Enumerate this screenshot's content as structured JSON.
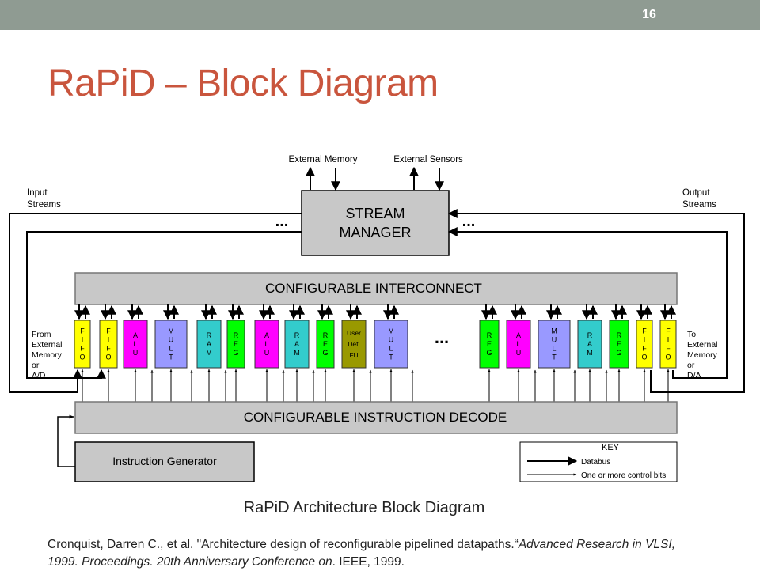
{
  "slide": {
    "number": "16",
    "title": "RaPiD – Block Diagram"
  },
  "diagram": {
    "external_memory": "External Memory",
    "external_sensors": "External Sensors",
    "input_streams": [
      "Input",
      "Streams"
    ],
    "output_streams": [
      "Output",
      "Streams"
    ],
    "stream_manager": [
      "STREAM",
      "MANAGER"
    ],
    "interconnect": "CONFIGURABLE INTERCONNECT",
    "decode": "CONFIGURABLE INSTRUCTION DECODE",
    "instruction_generator": "Instruction Generator",
    "left_note": [
      "From",
      "External",
      "Memory",
      "or",
      "A/D"
    ],
    "right_note": [
      "To",
      "External",
      "Memory",
      "or",
      "D/A"
    ],
    "ellipsis": "...",
    "units_left": [
      {
        "lines": [
          "F",
          "I",
          "F",
          "O"
        ],
        "color": "#ffff00"
      },
      {
        "lines": [
          "F",
          "I",
          "F",
          "O"
        ],
        "color": "#ffff00"
      },
      {
        "lines": [
          "A",
          "L",
          "U"
        ],
        "color": "#ff00ff"
      },
      {
        "lines": [
          "M",
          "U",
          "L",
          "T"
        ],
        "color": "#9999ff"
      },
      {
        "lines": [
          "R",
          "A",
          "M"
        ],
        "color": "#33cccc"
      },
      {
        "lines": [
          "R",
          "E",
          "G"
        ],
        "color": "#00ff00"
      },
      {
        "lines": [
          "A",
          "L",
          "U"
        ],
        "color": "#ff00ff"
      },
      {
        "lines": [
          "R",
          "A",
          "M"
        ],
        "color": "#33cccc"
      },
      {
        "lines": [
          "R",
          "E",
          "G"
        ],
        "color": "#00ff00"
      },
      {
        "lines": [
          "User",
          "Def.",
          "FU"
        ],
        "color": "#999900"
      },
      {
        "lines": [
          "M",
          "U",
          "L",
          "T"
        ],
        "color": "#9999ff"
      }
    ],
    "units_right": [
      {
        "lines": [
          "R",
          "E",
          "G"
        ],
        "color": "#00ff00"
      },
      {
        "lines": [
          "A",
          "L",
          "U"
        ],
        "color": "#ff00ff"
      },
      {
        "lines": [
          "M",
          "U",
          "L",
          "T"
        ],
        "color": "#9999ff"
      },
      {
        "lines": [
          "R",
          "A",
          "M"
        ],
        "color": "#33cccc"
      },
      {
        "lines": [
          "R",
          "E",
          "G"
        ],
        "color": "#00ff00"
      },
      {
        "lines": [
          "F",
          "I",
          "F",
          "O"
        ],
        "color": "#ffff00"
      },
      {
        "lines": [
          "F",
          "I",
          "F",
          "O"
        ],
        "color": "#ffff00"
      }
    ],
    "key": {
      "title": "KEY",
      "databus": "Databus",
      "control": "One or more control bits"
    }
  },
  "caption": "RaPiD Architecture Block Diagram",
  "citation": {
    "plain": "Cronquist, Darren C., et al. \"Architecture design of reconfigurable pipelined datapaths.“",
    "italic": "Advanced Research in VLSI, 1999. Proceedings. 20th Anniversary Conference on",
    "tail": ". IEEE, 1999."
  },
  "colors": {
    "title": "#c9553d",
    "topbar": "#8f9b92",
    "block_gray": "#c8c8c8",
    "block_border": "#555555"
  }
}
